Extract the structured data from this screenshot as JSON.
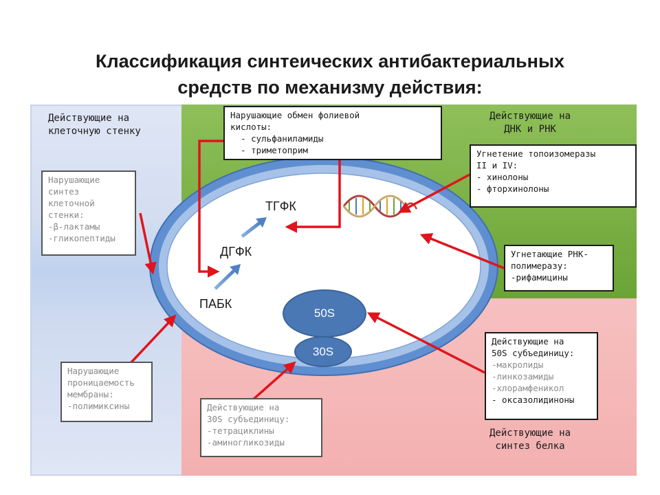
{
  "title": {
    "line1": "Классификация синтеических антибактериальных",
    "line2": "средств по механизму действия:"
  },
  "categories": {
    "cell_wall": [
      "Действующие на",
      "клеточную стенку"
    ],
    "dna_rna": [
      "Действующие на",
      "ДНК и РНК"
    ],
    "protein": [
      "Действующие на",
      "синтез белка"
    ]
  },
  "boxes": {
    "folate": [
      "Нарушающие обмен фолиевой",
      "кислоты:",
      "  - сульфаниламиды",
      "  - триметоприм"
    ],
    "topo": [
      "Угнетение топоизомеразы",
      "II и IV:",
      "- хинолоны",
      "- фторхинолоны"
    ],
    "rnapol": [
      "Угнетающие РНК-",
      "полимеразу:",
      "-рифамицины"
    ],
    "cellwall_synth": [
      "Нарушающие",
      "синтез",
      "клеточной",
      "стенки:",
      "-β-лактамы",
      "-гликопептиды"
    ],
    "membrane": [
      "Нарушающие",
      "проницаемость",
      "мембраны:",
      "-полимиксины"
    ],
    "s50": [
      "Действующие на",
      "50S субъединицу:",
      "-макролиды",
      "-линкозамиды",
      "-хлорамфеникол",
      "- оксазолидиноны"
    ],
    "s30": [
      "Действующие на",
      "30S субъединицу:",
      "-тетрациклины",
      "-аминогликозиды"
    ]
  },
  "molecules": {
    "paba": "ПАБК",
    "dhfa": "ДГФК",
    "thfa": "ТГФК"
  },
  "ribosome": {
    "large": "50S",
    "small": "30S"
  },
  "colors": {
    "arrow": "#e0141c",
    "cell_outer": "#5f8fd0",
    "cell_inner": "#ffffff",
    "green_region": "#77ad40",
    "pink_region": "#f5b8b8",
    "left_region": "#d8e1f3",
    "ribosome": "#4a78b5",
    "pathway_arrow": "#6a96d0"
  },
  "icons": {
    "dna": "dna-double-helix-icon"
  }
}
